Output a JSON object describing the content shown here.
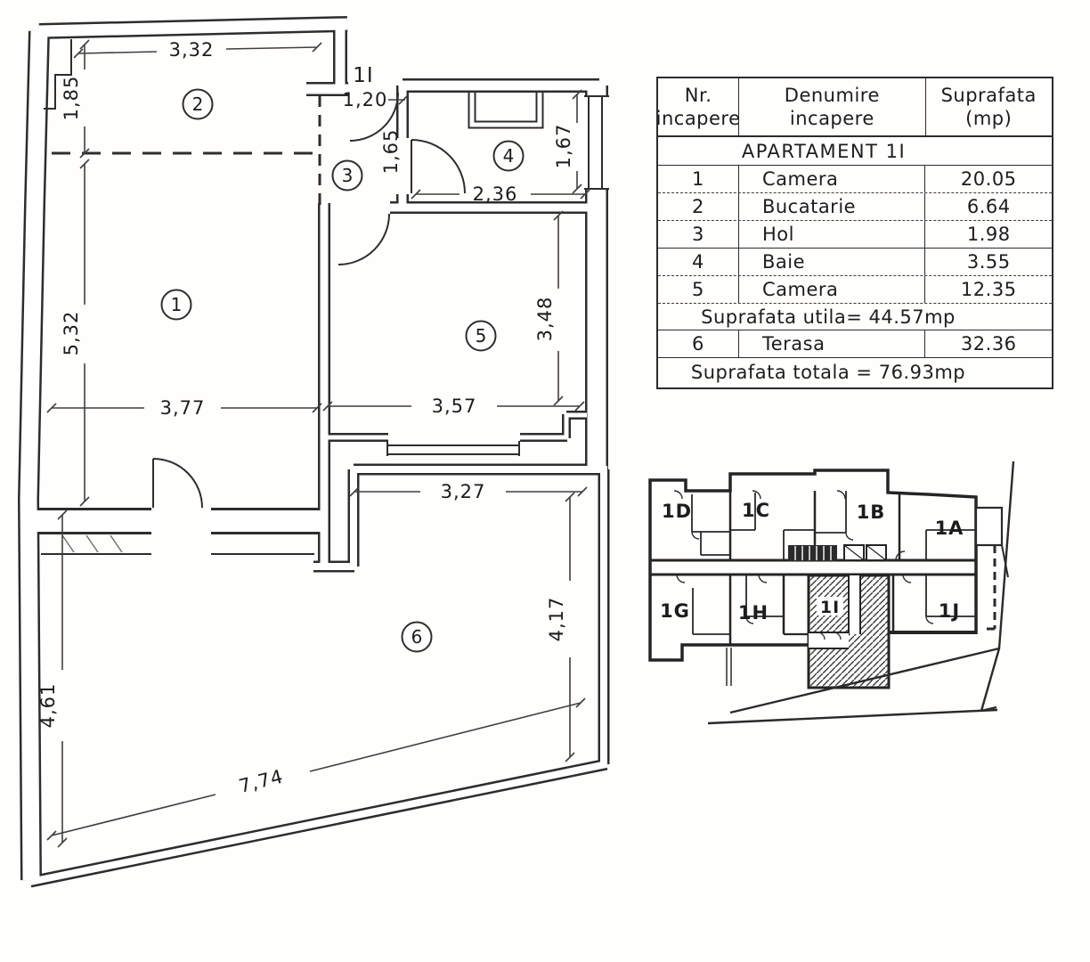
{
  "palette": {
    "ink": "#2d2d2d",
    "paper": "#ffffff",
    "hatch": "#3a3a3a"
  },
  "floor_plan": {
    "entrance_label": "1I",
    "rooms": [
      {
        "number": "1"
      },
      {
        "number": "2"
      },
      {
        "number": "3"
      },
      {
        "number": "4"
      },
      {
        "number": "5"
      },
      {
        "number": "6"
      }
    ],
    "dimensions": {
      "room2_width": "3,32",
      "room2_height": "1,85",
      "entrance_width": "1,20",
      "entrance_depth": "1,65",
      "room4_width": "2,36",
      "room4_height": "1,67",
      "room1_height": "5,32",
      "room1_width": "3,77",
      "room5_width": "3,57",
      "room5_height": "3,48",
      "terrace_top_width": "3,27",
      "terrace_right_height": "4,17",
      "terrace_left_height": "4,61",
      "terrace_bottom_width": "7,74"
    }
  },
  "table": {
    "header": {
      "col1_line1": "Nr.",
      "col1_line2": "incapere",
      "col2_line1": "Denumire",
      "col2_line2": "incapere",
      "col3_line1": "Suprafata",
      "col3_line2": "(mp)"
    },
    "section_title": "APARTAMENT 1I",
    "rows": [
      {
        "nr": "1",
        "name": "Camera",
        "area": "20.05"
      },
      {
        "nr": "2",
        "name": "Bucatarie",
        "area": "6.64"
      },
      {
        "nr": "3",
        "name": "Hol",
        "area": "1.98"
      },
      {
        "nr": "4",
        "name": "Baie",
        "area": "3.55"
      },
      {
        "nr": "5",
        "name": "Camera",
        "area": "12.35"
      }
    ],
    "subtotal": "Suprafata utila= 44.57mp",
    "terrace_row": {
      "nr": "6",
      "name": "Terasa",
      "area": "32.36"
    },
    "total": "Suprafata totala = 76.93mp"
  },
  "key_plan": {
    "highlighted_unit": "1I",
    "units": [
      {
        "id": "1D"
      },
      {
        "id": "1C"
      },
      {
        "id": "1B"
      },
      {
        "id": "1A"
      },
      {
        "id": "1G"
      },
      {
        "id": "1H"
      },
      {
        "id": "1I"
      },
      {
        "id": "1J"
      }
    ]
  }
}
